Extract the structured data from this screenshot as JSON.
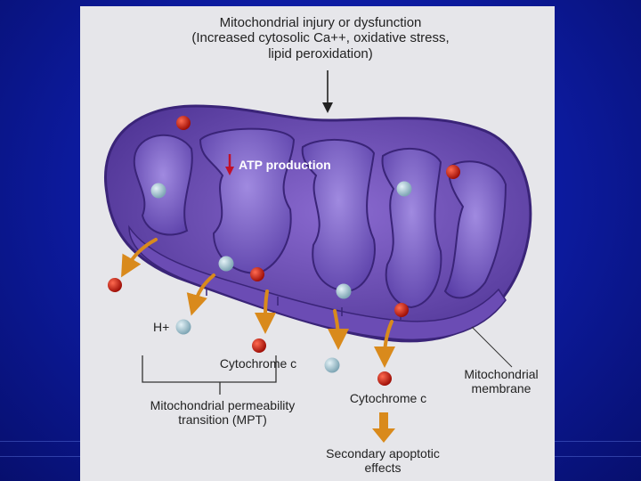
{
  "diagram": {
    "header": {
      "line1": "Mitochondrial injury or dysfunction",
      "line2": "(Increased cytosolic Ca++, oxidative stress,",
      "line3": "lipid peroxidation)"
    },
    "atp_label": "ATP production",
    "h_plus_label": "H+",
    "cytochrome_left": "Cytochrome c",
    "cytochrome_right": "Cytochrome c",
    "mpt_line1": "Mitochondrial permeability",
    "mpt_line2": "transition (MPT)",
    "membrane_line1": "Mitochondrial",
    "membrane_line2": "membrane",
    "secondary_line1": "Secondary apoptotic",
    "secondary_line2": "effects"
  },
  "colors": {
    "slide_background": "#0c1a9c",
    "panel": "#e6e6ea",
    "mitochondrion_outer": "#5a3fa0",
    "mitochondrion_inner": "#7d5fc4",
    "arrow_orange": "#d98a1c",
    "cytochrome_red": "#c41c10",
    "proton_blue": "#a9c7d2",
    "atp_arrow": "#c0102a"
  }
}
